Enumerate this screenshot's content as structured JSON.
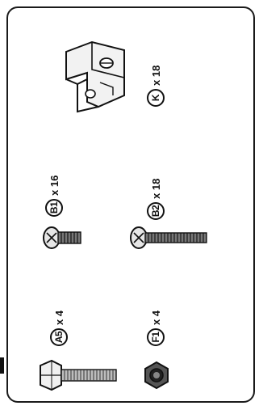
{
  "parts": [
    {
      "code": "K",
      "qty": "x 18"
    },
    {
      "code": "B1",
      "qty": "x 16"
    },
    {
      "code": "B2",
      "qty": "x 18"
    },
    {
      "code": "A5",
      "qty": "x 4"
    },
    {
      "code": "F1",
      "qty": "x 4"
    }
  ]
}
